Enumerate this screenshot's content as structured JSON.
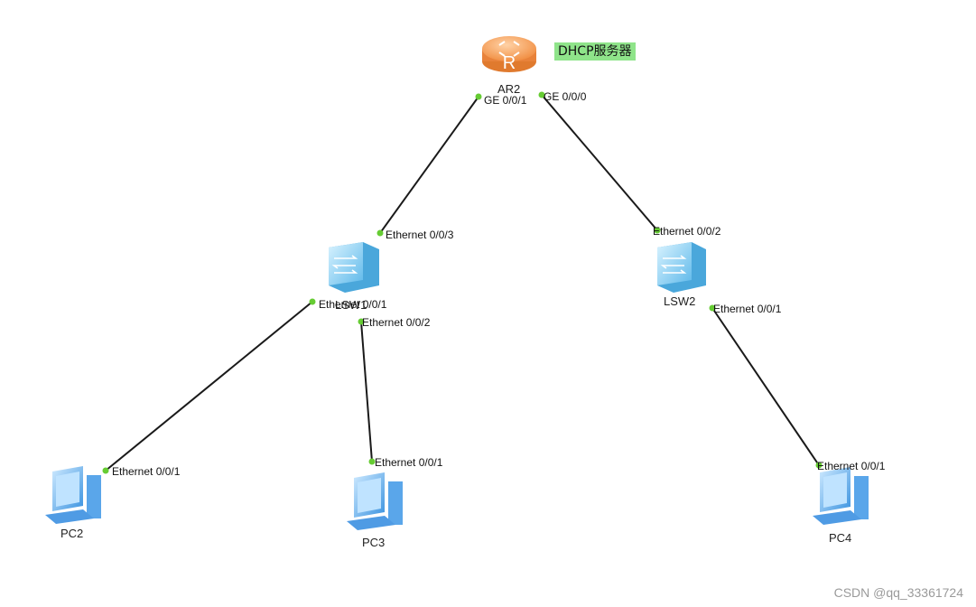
{
  "devices": {
    "router": {
      "name": "AR2",
      "note": "DHCP服务器"
    },
    "lsw1": {
      "name": "LSW1"
    },
    "lsw2": {
      "name": "LSW2"
    },
    "pc2": {
      "name": "PC2"
    },
    "pc3": {
      "name": "PC3"
    },
    "pc4": {
      "name": "PC4"
    }
  },
  "links": [
    {
      "from": "AR2",
      "from_port": "GE 0/0/1",
      "to": "LSW1",
      "to_port": "Ethernet 0/0/3"
    },
    {
      "from": "AR2",
      "from_port": "GE 0/0/0",
      "to": "LSW2",
      "to_port": "Ethernet 0/0/2"
    },
    {
      "from": "LSW1",
      "from_port": "Ethernet 0/0/1",
      "to": "PC2",
      "to_port": "Ethernet 0/0/1"
    },
    {
      "from": "LSW1",
      "from_port": "Ethernet 0/0/2",
      "to": "PC3",
      "to_port": "Ethernet 0/0/1"
    },
    {
      "from": "LSW2",
      "from_port": "Ethernet 0/0/1",
      "to": "PC4",
      "to_port": "Ethernet 0/0/1"
    }
  ],
  "colors": {
    "link": "#1a1a1a",
    "port_dot": "#66cc33",
    "router": "#f4a15a",
    "switch": "#8fd3f4",
    "pc": "#6fb8f0",
    "note_bg": "#8fe48a"
  },
  "watermark": "CSDN @qq_33361724"
}
